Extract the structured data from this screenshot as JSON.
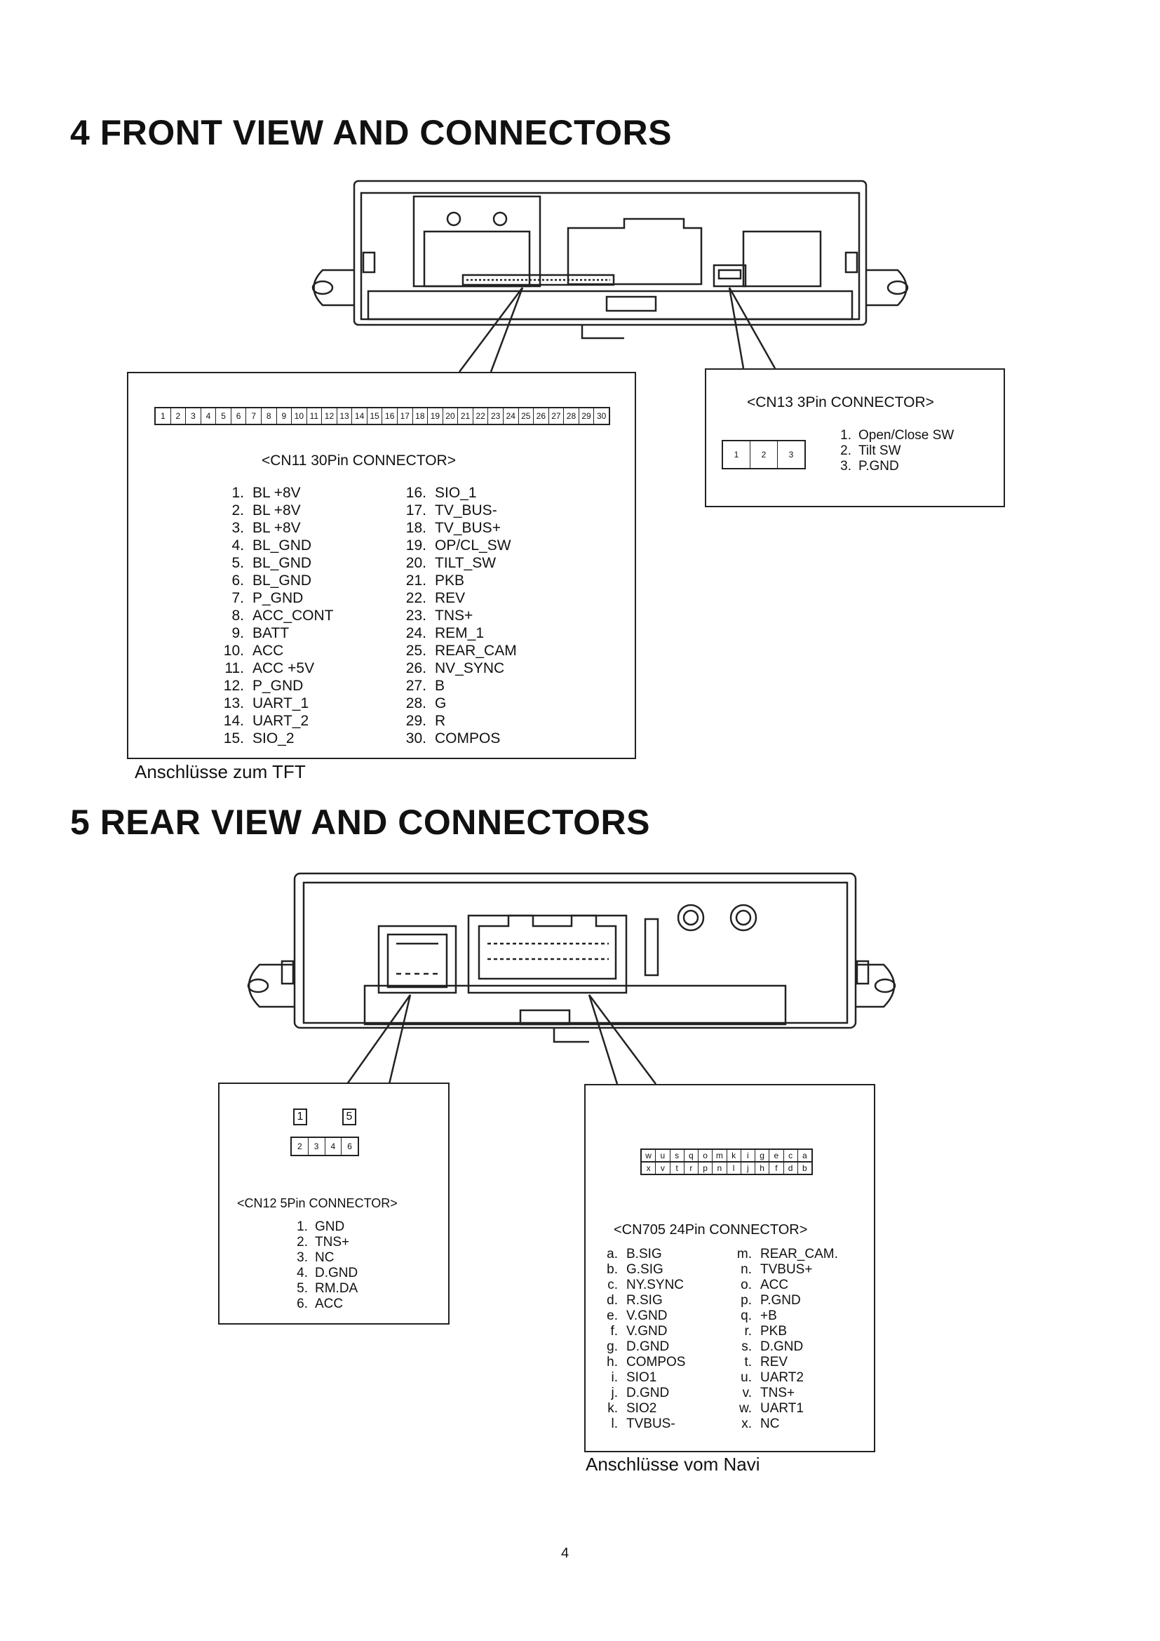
{
  "sections": [
    {
      "heading": "4  FRONT VIEW AND CONNECTORS"
    },
    {
      "heading": "5  REAR VIEW AND CONNECTORS"
    }
  ],
  "cn11": {
    "title": "<CN11 30Pin CONNECTOR>",
    "strip_pins": [
      "1",
      "2",
      "3",
      "4",
      "5",
      "6",
      "7",
      "8",
      "9",
      "10",
      "11",
      "12",
      "13",
      "14",
      "15",
      "16",
      "17",
      "18",
      "19",
      "20",
      "21",
      "22",
      "23",
      "24",
      "25",
      "26",
      "27",
      "28",
      "29",
      "30"
    ],
    "pins_left": [
      {
        "n": "1.",
        "label": "BL +8V"
      },
      {
        "n": "2.",
        "label": "BL +8V"
      },
      {
        "n": "3.",
        "label": "BL +8V"
      },
      {
        "n": "4.",
        "label": "BL_GND"
      },
      {
        "n": "5.",
        "label": "BL_GND"
      },
      {
        "n": "6.",
        "label": "BL_GND"
      },
      {
        "n": "7.",
        "label": "P_GND"
      },
      {
        "n": "8.",
        "label": "ACC_CONT"
      },
      {
        "n": "9.",
        "label": "BATT"
      },
      {
        "n": "10.",
        "label": "ACC"
      },
      {
        "n": "11.",
        "label": "ACC +5V"
      },
      {
        "n": "12.",
        "label": "P_GND"
      },
      {
        "n": "13.",
        "label": "UART_1"
      },
      {
        "n": "14.",
        "label": "UART_2"
      },
      {
        "n": "15.",
        "label": "SIO_2"
      }
    ],
    "pins_right": [
      {
        "n": "16.",
        "label": "SIO_1"
      },
      {
        "n": "17.",
        "label": "TV_BUS-"
      },
      {
        "n": "18.",
        "label": "TV_BUS+"
      },
      {
        "n": "19.",
        "label": "OP/CL_SW"
      },
      {
        "n": "20.",
        "label": "TILT_SW"
      },
      {
        "n": "21.",
        "label": "PKB"
      },
      {
        "n": "22.",
        "label": "REV"
      },
      {
        "n": "23.",
        "label": "TNS+"
      },
      {
        "n": "24.",
        "label": "REM_1"
      },
      {
        "n": "25.",
        "label": "REAR_CAM"
      },
      {
        "n": "26.",
        "label": "NV_SYNC"
      },
      {
        "n": "27.",
        "label": "B"
      },
      {
        "n": "28.",
        "label": "G"
      },
      {
        "n": "29.",
        "label": "R"
      },
      {
        "n": "30.",
        "label": "COMPOS"
      }
    ],
    "caption": "Anschlüsse zum TFT"
  },
  "cn13": {
    "title": "<CN13 3Pin CONNECTOR>",
    "strip_pins": [
      "1",
      "2",
      "3"
    ],
    "pins": [
      {
        "n": "1.",
        "label": "Open/Close SW"
      },
      {
        "n": "2.",
        "label": "Tilt SW"
      },
      {
        "n": "3.",
        "label": "P.GND"
      }
    ]
  },
  "cn12": {
    "title": "<CN12 5Pin CONNECTOR>",
    "grid_top": [
      "1",
      "5"
    ],
    "grid_bottom": [
      "2",
      "3",
      "4",
      "6"
    ],
    "pins": [
      {
        "n": "1.",
        "label": "GND"
      },
      {
        "n": "2.",
        "label": "TNS+"
      },
      {
        "n": "3.",
        "label": "NC"
      },
      {
        "n": "4.",
        "label": "D.GND"
      },
      {
        "n": "5.",
        "label": "RM.DA"
      },
      {
        "n": "6.",
        "label": "ACC"
      }
    ]
  },
  "cn705": {
    "title": "<CN705  24Pin  CONNECTOR>",
    "row_top": [
      "w",
      "u",
      "s",
      "q",
      "o",
      "m",
      "k",
      "i",
      "g",
      "e",
      "c",
      "a"
    ],
    "row_bottom": [
      "x",
      "v",
      "t",
      "r",
      "p",
      "n",
      "l",
      "j",
      "h",
      "f",
      "d",
      "b"
    ],
    "pins_left": [
      {
        "n": "a.",
        "label": "B.SIG"
      },
      {
        "n": "b.",
        "label": "G.SIG"
      },
      {
        "n": "c.",
        "label": "NY.SYNC"
      },
      {
        "n": "d.",
        "label": "R.SIG"
      },
      {
        "n": "e.",
        "label": "V.GND"
      },
      {
        "n": "f.",
        "label": "V.GND"
      },
      {
        "n": "g.",
        "label": "D.GND"
      },
      {
        "n": "h.",
        "label": "COMPOS"
      },
      {
        "n": "i.",
        "label": "SIO1"
      },
      {
        "n": "j.",
        "label": "D.GND"
      },
      {
        "n": "k.",
        "label": "SIO2"
      },
      {
        "n": "l.",
        "label": "TVBUS-"
      }
    ],
    "pins_right": [
      {
        "n": "m.",
        "label": "REAR_CAM."
      },
      {
        "n": "n.",
        "label": "TVBUS+"
      },
      {
        "n": "o.",
        "label": "ACC"
      },
      {
        "n": "p.",
        "label": "P.GND"
      },
      {
        "n": "q.",
        "label": "+B"
      },
      {
        "n": "r.",
        "label": "PKB"
      },
      {
        "n": "s.",
        "label": "D.GND"
      },
      {
        "n": "t.",
        "label": "REV"
      },
      {
        "n": "u.",
        "label": "UART2"
      },
      {
        "n": "v.",
        "label": "TNS+"
      },
      {
        "n": "w.",
        "label": "UART1"
      },
      {
        "n": "x.",
        "label": "NC"
      }
    ],
    "caption": "Anschlüsse vom Navi"
  },
  "page_number": "4"
}
